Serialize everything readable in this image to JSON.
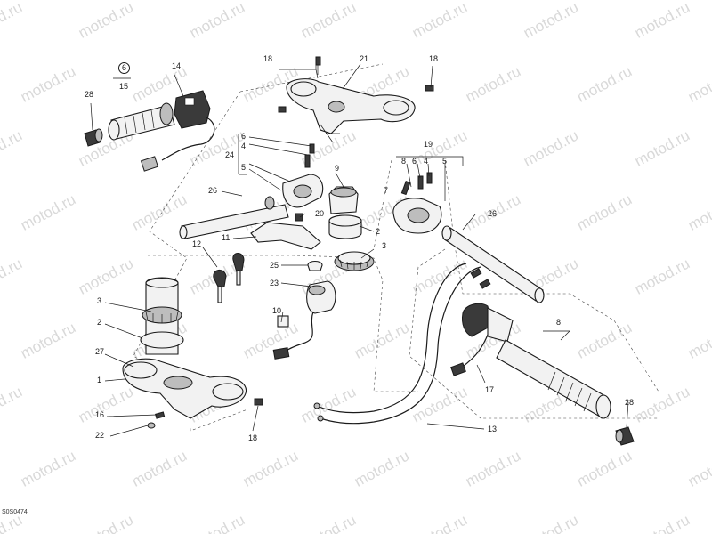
{
  "watermark": "motod.ru",
  "drawing_code": "S0S0474",
  "callouts": {
    "c28a": "28",
    "c6a": "6",
    "c15": "15",
    "c14": "14",
    "c18a": "18",
    "c21": "21",
    "c18b": "18",
    "c6b": "6",
    "c4": "4",
    "c24": "24",
    "c5a": "5",
    "c9": "9",
    "c19": "19",
    "c8": "8",
    "c6c": "6",
    "c4b": "4",
    "c5b": "5",
    "c26a": "26",
    "c7": "7",
    "c20": "20",
    "c2a": "2",
    "c26b": "26",
    "c11": "11",
    "c3a": "3",
    "c12": "12",
    "c25": "25",
    "c23": "23",
    "c10": "10",
    "c3b": "3",
    "c2b": "2",
    "c27": "27",
    "c1": "1",
    "c16": "16",
    "c22": "22",
    "c18c": "18",
    "c17": "17",
    "c13": "13",
    "c8b": "8",
    "c28b": "28"
  }
}
